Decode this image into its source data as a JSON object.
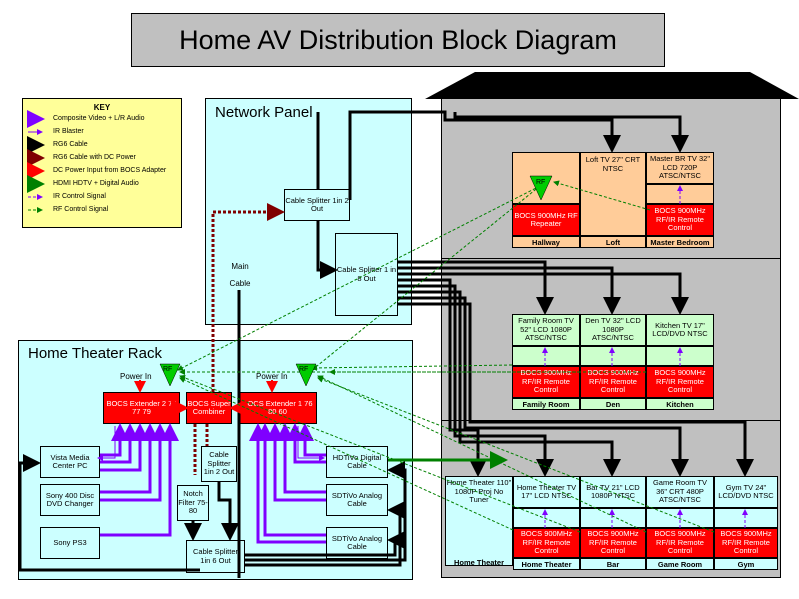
{
  "title": "Home AV Distribution Block Diagram",
  "key": {
    "title": "KEY",
    "items": [
      {
        "label": "Composite Video + L/R Audio",
        "color": "#7f00ff",
        "style": "thick"
      },
      {
        "label": "IR Blaster",
        "color": "#7f00ff",
        "style": "thin"
      },
      {
        "label": "RG6 Cable",
        "color": "#000000",
        "style": "thick"
      },
      {
        "label": "RG6 Cable with DC Power",
        "color": "#800000",
        "style": "thick"
      },
      {
        "label": "DC Power Input from BOCS Adapter",
        "color": "#ff0000",
        "style": "thick"
      },
      {
        "label": "HDMI HDTV + Digital Audio",
        "color": "#008000",
        "style": "thick"
      },
      {
        "label": "IR Control Signal",
        "color": "#7f00ff",
        "style": "dash"
      },
      {
        "label": "RF Control Signal",
        "color": "#008000",
        "style": "dash"
      }
    ]
  },
  "network_panel": {
    "label": "Network Panel",
    "splitter_2": "Cable Splitter 1in 2 Out",
    "splitter_8": "Cable Splitter 1 in 8 Out",
    "main_cable": "Main Cable"
  },
  "rack": {
    "label": "Home Theater Rack",
    "power_in_1": "Power In",
    "power_in_2": "Power In",
    "rf_1": "RF",
    "rf_2": "RF",
    "extender_2": "BOCS Extender 2 75 77 79",
    "super_combiner": "BOCS Super Combiner",
    "extender_1": "BOCS Extender 1 76 80 60",
    "splitter_2": "Cable Splitter 1in 2 Out",
    "notch": "Notch Filter 75-80",
    "splitter_6": "Cable Splitter 1in 6 Out",
    "vista": "Vista Media Center PC",
    "sony400": "Sony 400 Disc DVD Changer",
    "ps3": "Sony PS3",
    "hdtivo": "HDTiVo Digital Cable",
    "sdtivo1": "SDTiVo Analog Cable",
    "sdtivo2": "SDTiVo Analog Cable"
  },
  "floors": {
    "top": [
      {
        "tv": "",
        "bocs": "BOCS 900MHz RF Repeater",
        "room": "Hallway",
        "rf": "RF"
      },
      {
        "tv": "Loft TV 27\" CRT NTSC",
        "bocs": "",
        "room": "Loft"
      },
      {
        "tv": "Master BR TV 32\" LCD 720P ATSC/NTSC",
        "bocs": "BOCS 900MHz RF/IR Remote Control",
        "room": "Master Bedroom"
      }
    ],
    "middle": [
      {
        "tv": "Family Room TV 52\" LCD 1080P ATSC/NTSC",
        "bocs": "BOCS 900MHz RF/IR Remote Control",
        "room": "Family Room"
      },
      {
        "tv": "Den TV 32\" LCD 1080P ATSC/NTSC",
        "bocs": "BOCS 900MHz RF/IR Remote Control",
        "room": "Den"
      },
      {
        "tv": "Kitchen TV 17\" LCD/DVD NTSC",
        "bocs": "BOCS 900MHz RF/IR Remote Control",
        "room": "Kitchen"
      }
    ],
    "bottom": [
      {
        "tv": "Home Theater 110\" 1080P Proj No Tuner",
        "bocs": "",
        "room": "Home Theater"
      },
      {
        "tv": "Home Theater TV 17\" LCD NTSC",
        "bocs": "BOCS 900MHz RF/IR Remote Control",
        "room": "Home Theater"
      },
      {
        "tv": "Bar TV 21\" LCD 1080P NTSC",
        "bocs": "BOCS 900MHz RF/IR Remote Control",
        "room": "Bar"
      },
      {
        "tv": "Game Room TV 36\" CRT 480P ATSC/NTSC",
        "bocs": "BOCS 900MHz RF/IR Remote Control",
        "room": "Game Room"
      },
      {
        "tv": "Gym TV 24\" LCD/DVD NTSC",
        "bocs": "BOCS 900MHz RF/IR Remote Control",
        "room": "Gym"
      }
    ]
  }
}
